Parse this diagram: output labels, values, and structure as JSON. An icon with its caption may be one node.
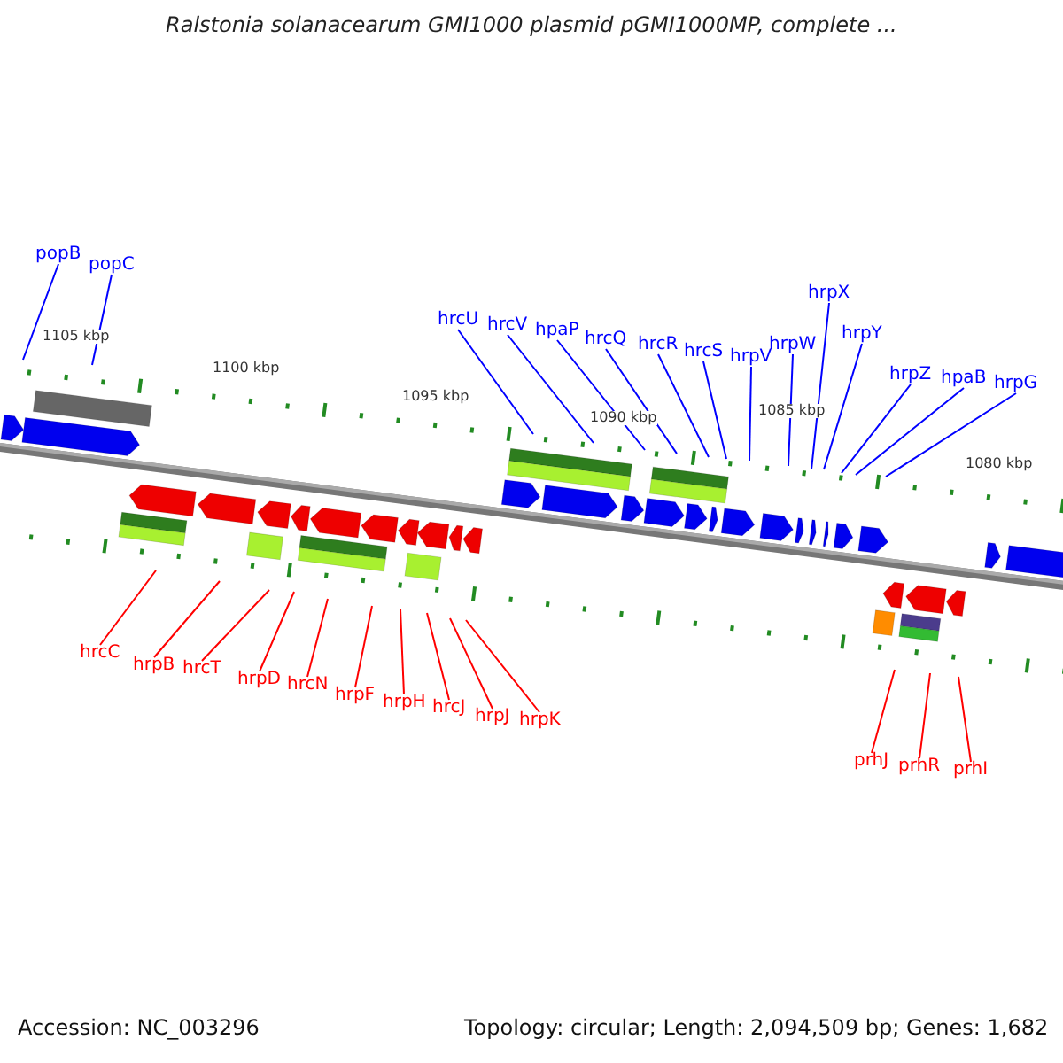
{
  "diagram": {
    "title": "Ralstonia solanacearum GMI1000 plasmid pGMI1000MP, complete ...",
    "nodes": [
      {
        "text": [
          "popB"
        ]
      },
      {
        "text": [
          "popC"
        ]
      },
      {
        "text": [
          "hrcU"
        ]
      },
      {
        "text": [
          "hrcV"
        ]
      },
      {
        "text": [
          "hpaP"
        ]
      },
      {
        "text": [
          "hrcQ"
        ]
      },
      {
        "text": [
          "hrcR"
        ]
      },
      {
        "text": [
          "hrcS"
        ]
      },
      {
        "text": [
          "hrpV"
        ]
      },
      {
        "text": [
          "hrpW"
        ]
      },
      {
        "text": [
          "hrpX"
        ]
      },
      {
        "text": [
          "hrpY"
        ]
      },
      {
        "text": [
          "hrpZ"
        ]
      },
      {
        "text": [
          "hpaB"
        ]
      },
      {
        "text": [
          "hrpG"
        ]
      },
      {
        "text": [
          "hrcC"
        ]
      },
      {
        "text": [
          "hrpB"
        ]
      },
      {
        "text": [
          "hrcT"
        ]
      },
      {
        "text": [
          "hrpD"
        ]
      },
      {
        "text": [
          "hrcN"
        ]
      },
      {
        "text": [
          "hrpF"
        ]
      },
      {
        "text": [
          "hrpH"
        ]
      },
      {
        "text": [
          "hrcJ"
        ]
      },
      {
        "text": [
          "hrpJ"
        ]
      },
      {
        "text": [
          "hrpK"
        ]
      },
      {
        "text": [
          "prhJ"
        ]
      },
      {
        "text": [
          "prhR"
        ]
      },
      {
        "text": [
          "prhI"
        ]
      }
    ],
    "edges": [
      {
        "from": 0,
        "to": null,
        "arrow": "none"
      },
      {
        "from": 1,
        "to": null,
        "arrow": "none"
      },
      {
        "from": 2,
        "to": null,
        "arrow": "none"
      },
      {
        "from": 3,
        "to": null,
        "arrow": "none"
      },
      {
        "from": 4,
        "to": null,
        "arrow": "none"
      },
      {
        "from": 5,
        "to": null,
        "arrow": "none"
      },
      {
        "from": 6,
        "to": null,
        "arrow": "none"
      },
      {
        "from": 7,
        "to": null,
        "arrow": "none"
      },
      {
        "from": 8,
        "to": null,
        "arrow": "none"
      },
      {
        "from": 9,
        "to": null,
        "arrow": "none"
      },
      {
        "from": 10,
        "to": null,
        "arrow": "none"
      },
      {
        "from": 11,
        "to": null,
        "arrow": "none"
      },
      {
        "from": 12,
        "to": null,
        "arrow": "none"
      },
      {
        "from": 13,
        "to": null,
        "arrow": "none"
      },
      {
        "from": 14,
        "to": null,
        "arrow": "none"
      },
      {
        "from": 15,
        "to": null,
        "arrow": "none",
        "color": "#ff0000"
      },
      {
        "from": 16,
        "to": null,
        "arrow": "none",
        "color": "#ff0000"
      },
      {
        "from": 17,
        "to": null,
        "arrow": "none",
        "color": "#ff0000"
      },
      {
        "from": 18,
        "to": null,
        "arrow": "none",
        "color": "#ff0000"
      },
      {
        "from": 19,
        "to": null,
        "arrow": "none",
        "color": "#ff0000"
      },
      {
        "from": 20,
        "to": null,
        "arrow": "none",
        "color": "#ff0000"
      },
      {
        "from": 21,
        "to": null,
        "arrow": "none",
        "color": "#ff0000"
      },
      {
        "from": 22,
        "to": null,
        "arrow": "none",
        "color": "#ff0000"
      },
      {
        "from": 23,
        "to": null,
        "arrow": "none",
        "color": "#ff0000"
      },
      {
        "from": 24,
        "to": null,
        "arrow": "none",
        "color": "#ff0000"
      },
      {
        "from": 25,
        "to": null,
        "arrow": "none",
        "color": "#ff0000"
      },
      {
        "from": 26,
        "to": null,
        "arrow": "none",
        "color": "#ff0000"
      },
      {
        "from": 27,
        "to": null,
        "arrow": "none",
        "color": "#ff0000"
      }
    ],
    "labels": [
      "1105 kbp",
      "1100 kbp",
      "1095 kbp",
      "1090 kbp",
      "1085 kbp",
      "1080 kbp",
      "Accession: NC_003296",
      "Topology: circular; Length: 2,094,509 bp; Genes: 1,682"
    ]
  }
}
